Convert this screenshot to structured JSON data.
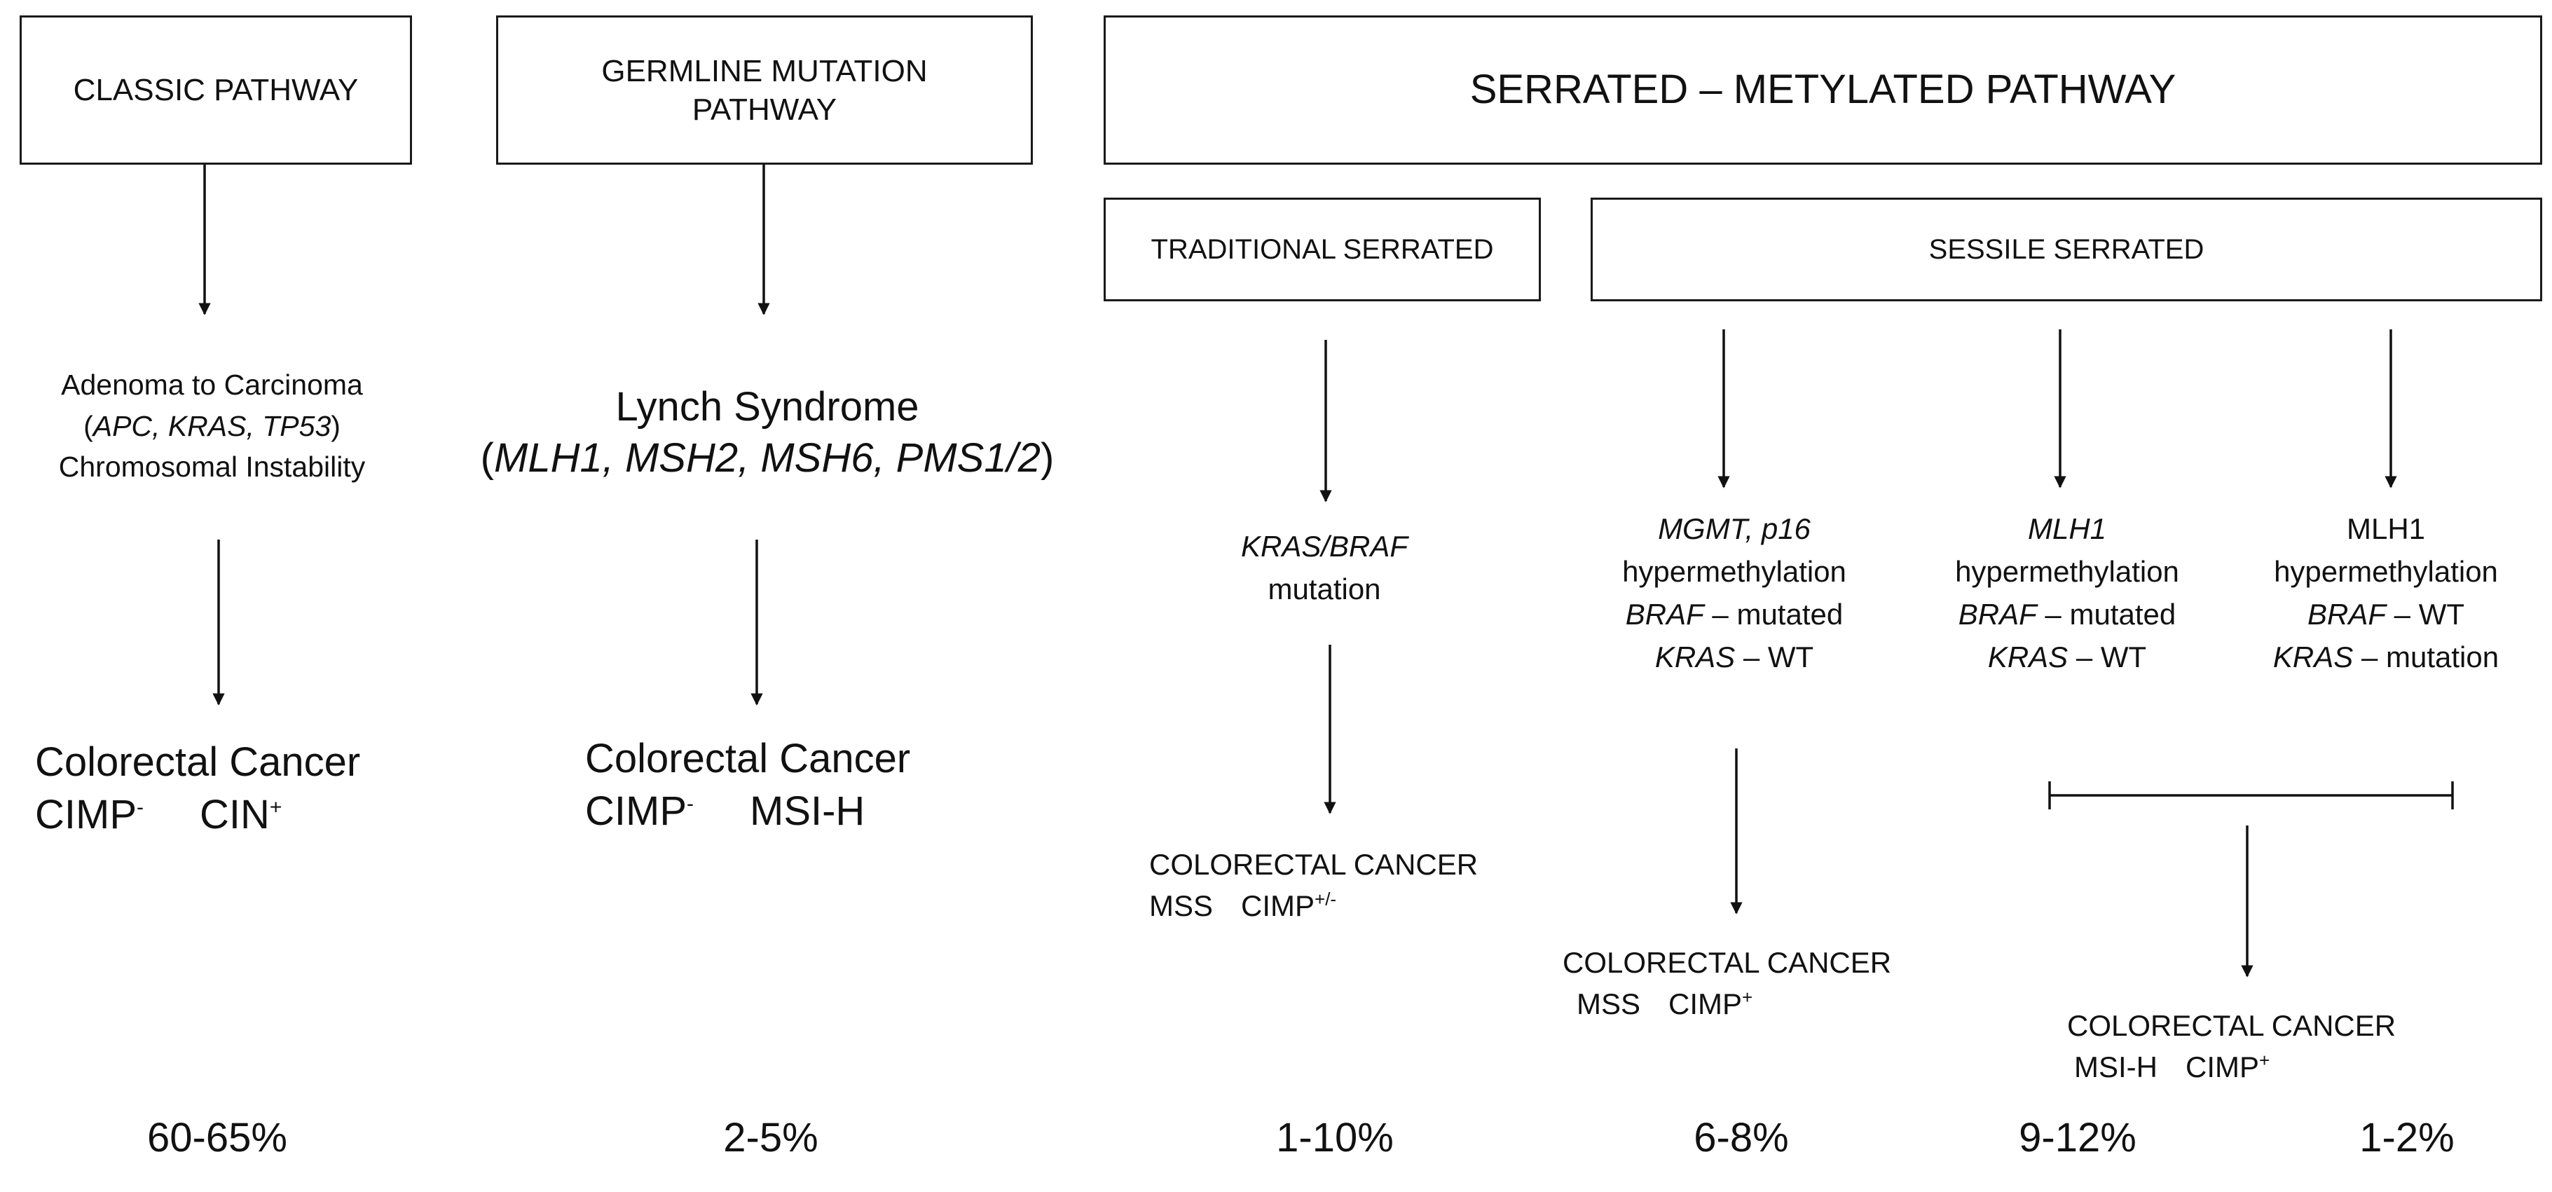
{
  "boxes": {
    "classic": "CLASSIC PATHWAY",
    "germline_1": "GERMLINE MUTATION",
    "germline_2": "PATHWAY",
    "serrated": "SERRATED – METYLATED PATHWAY",
    "traditional": "TRADITIONAL SERRATED",
    "sessile": "SESSILE SERRATED"
  },
  "classic": {
    "line1": "Adenoma to Carcinoma",
    "line2_open": "(",
    "genes": "APC, KRAS, TP53",
    "line2_close": ")",
    "line3": "Chromosomal Instability",
    "result_title": "Colorectal Cancer",
    "result_a": "CIMP",
    "result_a_sup": "-",
    "result_b": "CIN",
    "result_b_sup": "+"
  },
  "lynch": {
    "line1": "Lynch Syndrome",
    "line2_open": "(",
    "genes": "MLH1, MSH2, MSH6, PMS1/2",
    "line2_close": ")",
    "result_title": "Colorectal Cancer",
    "result_a": "CIMP",
    "result_a_sup": "-",
    "result_b": "MSI-H"
  },
  "traditional": {
    "genes": "KRAS/BRAF",
    "line2": "mutation",
    "result_title": "COLORECTAL CANCER",
    "result_a": "MSS",
    "result_b": "CIMP",
    "result_b_sup": "+/-"
  },
  "sessile_a": {
    "genes": "MGMT, p16",
    "line2": "hypermethylation",
    "braf": "BRAF",
    "braf_val": " – mutated",
    "kras": "KRAS",
    "kras_val": " – WT",
    "result_title": "COLORECTAL CANCER",
    "result_a": "MSS",
    "result_b": "CIMP",
    "result_b_sup": "+"
  },
  "sessile_b": {
    "genes": "MLH1",
    "line2": "hypermethylation",
    "braf": "BRAF",
    "braf_val": " – mutated",
    "kras": "KRAS",
    "kras_val": " – WT"
  },
  "sessile_c": {
    "line1": "MLH1",
    "line2": "hypermethylation",
    "braf": "BRAF",
    "braf_val": " – WT",
    "kras": "KRAS",
    "kras_val": " – mutation"
  },
  "msi_result": {
    "title": "COLORECTAL CANCER",
    "a": "MSI-H",
    "b": "CIMP",
    "b_sup": "+"
  },
  "percentages": [
    "60-65%",
    "2-5%",
    "1-10%",
    "6-8%",
    "9-12%",
    "1-2%"
  ]
}
